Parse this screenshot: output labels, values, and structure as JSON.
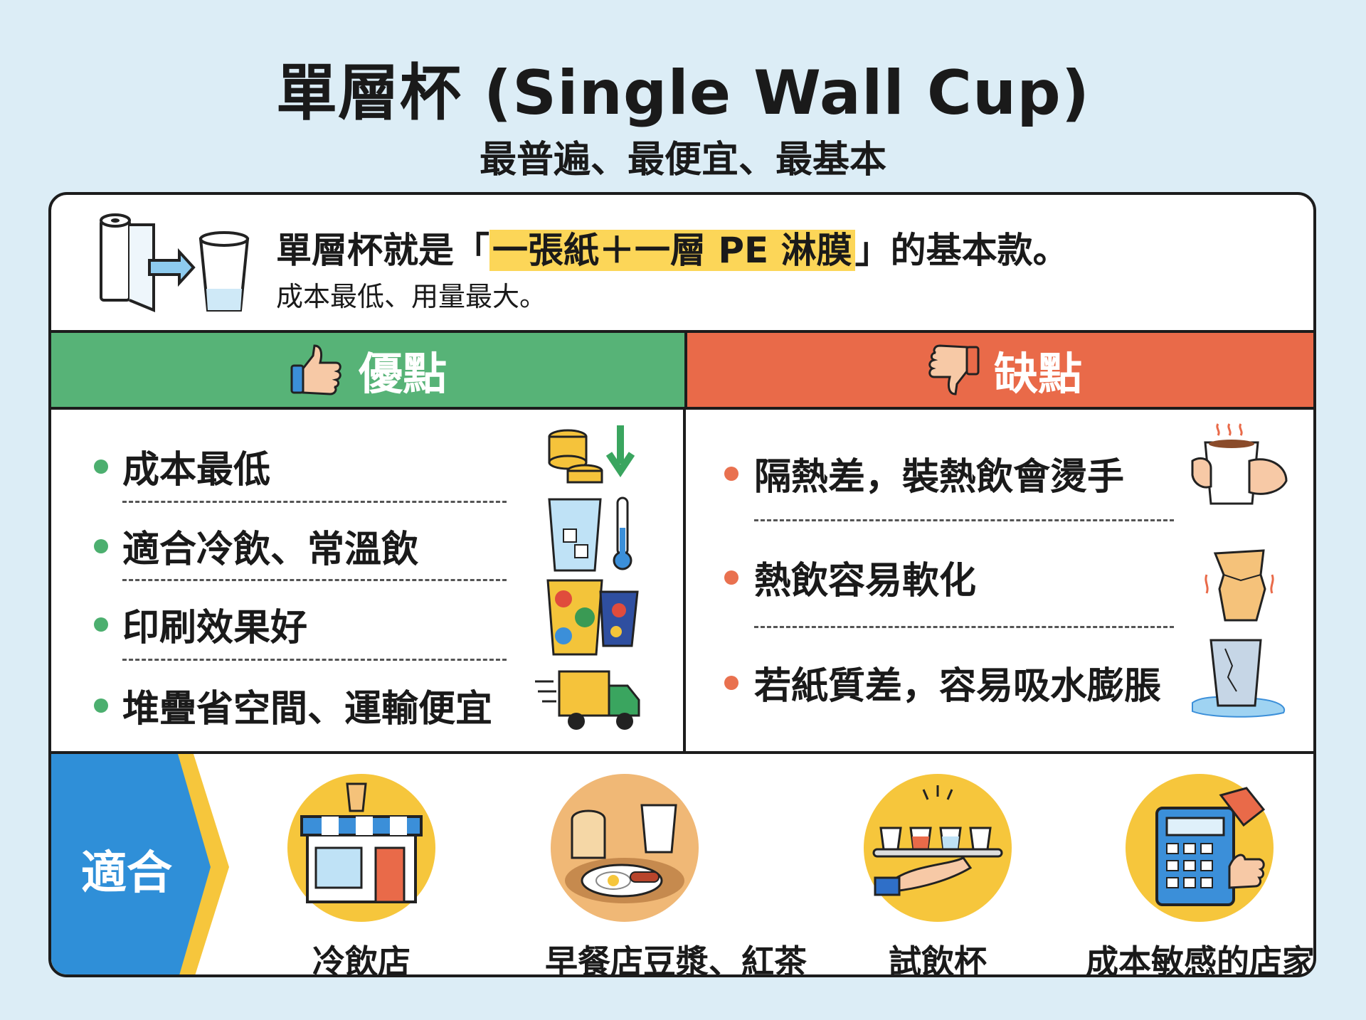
{
  "title": "單層杯 (Single Wall Cup)",
  "subtitle": "最普遍、最便宜、最基本",
  "intro": {
    "main_before": "單層杯就是「",
    "main_highlight": "一張紙＋一層 PE 淋膜",
    "main_after": "」的基本款。",
    "sub": "成本最低、用量最大。"
  },
  "pros": {
    "header": "優點",
    "items": [
      {
        "label": "成本最低",
        "icon": "coins-down-icon"
      },
      {
        "label": "適合冷飲、常溫飲",
        "icon": "iced-cup-thermometer-icon"
      },
      {
        "label": "印刷效果好",
        "icon": "printed-cups-icon"
      },
      {
        "label": "堆疊省空間、運輸便宜",
        "icon": "delivery-truck-icon"
      }
    ]
  },
  "cons": {
    "header": "缺點",
    "items": [
      {
        "label": "隔熱差，裝熱飲會燙手",
        "icon": "hot-cup-hands-icon"
      },
      {
        "label": "熱飲容易軟化",
        "icon": "softened-cup-icon"
      },
      {
        "label": "若紙質差，容易吸水膨脹",
        "icon": "soggy-cup-icon"
      }
    ]
  },
  "suitable": {
    "label": "適合",
    "venues": [
      {
        "label": "冷飲店",
        "icon": "drink-shop-icon"
      },
      {
        "label": "早餐店豆漿、紅茶",
        "icon": "breakfast-icon"
      },
      {
        "label": "試飲杯",
        "icon": "sample-tray-icon"
      },
      {
        "label": "成本敏感的店家",
        "icon": "calculator-price-icon"
      }
    ]
  },
  "colors": {
    "pros": "#57b377",
    "cons": "#e96a49",
    "highlight": "#fcd658",
    "suitable_blue": "#2f8fd8",
    "suitable_yellow": "#f6c63c",
    "background": "#dcedf6"
  }
}
